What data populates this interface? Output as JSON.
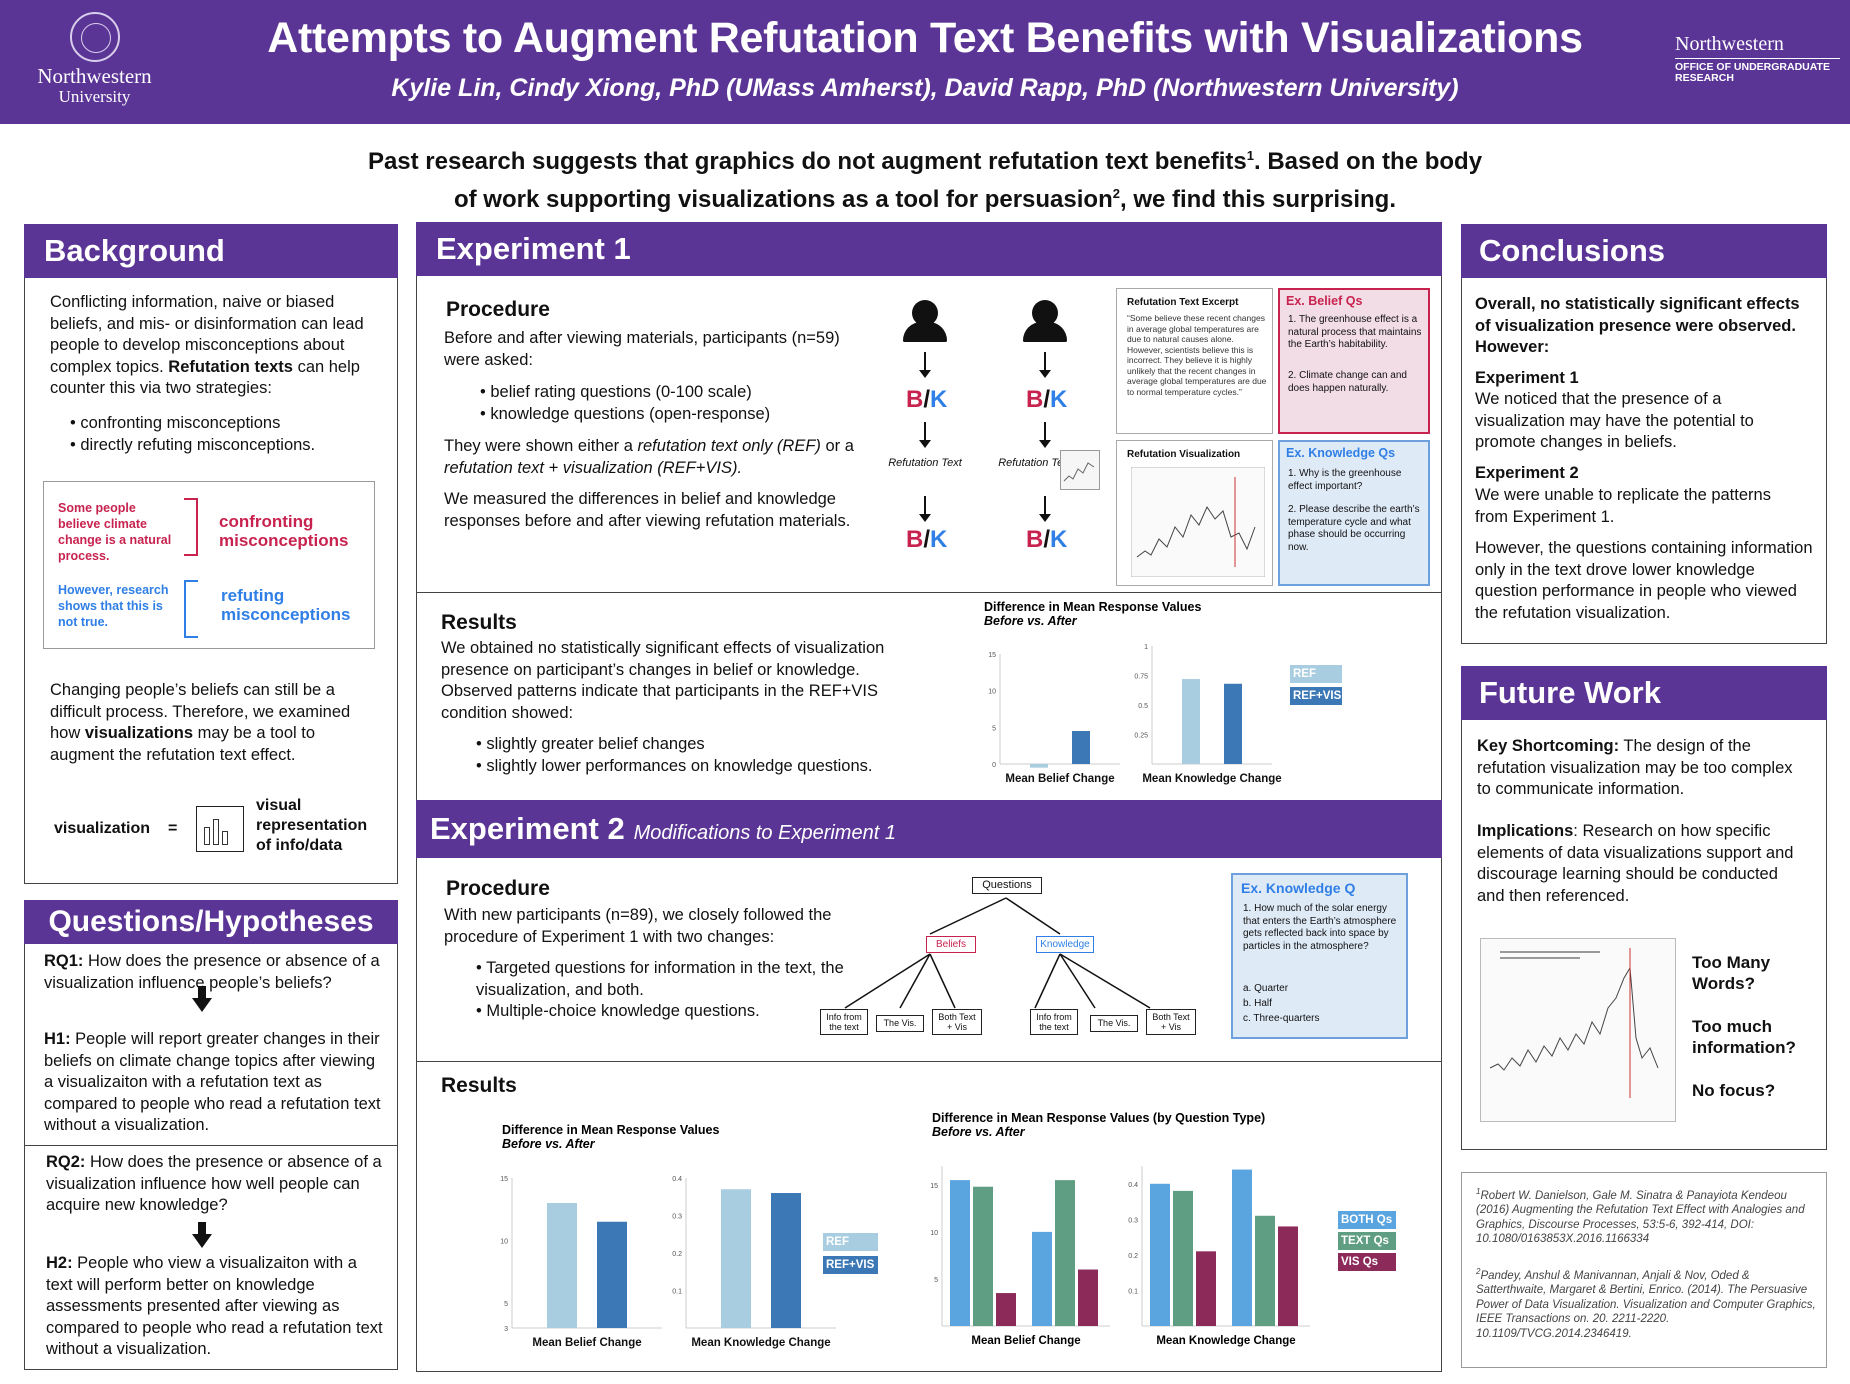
{
  "header": {
    "title": "Attempts to Augment Refutation Text Benefits with Visualizations",
    "authors": "Kylie Lin, Cindy Xiong, PhD (UMass Amherst), David Rapp, PhD (Northwestern University)",
    "logo_left_name": "Northwestern",
    "logo_left_sub": "University",
    "logo_right_name": "Northwestern",
    "logo_right_sub": "OFFICE OF UNDERGRADUATE RESEARCH"
  },
  "intro": {
    "line1": "Past research suggests that graphics do not augment refutation text benefits",
    "sup1": "1",
    "line1b": ". Based on the body",
    "line2": "of work supporting visualizations as a tool for persuasion",
    "sup2": "2",
    "line2b": ", we find this surprising."
  },
  "background": {
    "title": "Background",
    "p1a": "Conflicting information, naive or biased beliefs, and mis- or disinformation can lead people to develop misconceptions about complex topics. ",
    "p1b": "Refutation texts",
    "p1c": " can help counter this via two strategies:",
    "bullets": [
      "confronting misconceptions",
      "directly refuting misconceptions."
    ],
    "ex_red": "Some people believe climate change is a natural process.",
    "ex_red_label": "confronting misconceptions",
    "ex_blue": "However, research shows that this is not true.",
    "ex_blue_label": "refuting misconceptions",
    "p2a": "Changing people’s beliefs can still be a difficult process. Therefore, we examined how ",
    "p2b": "visualizations",
    "p2c": " may be a tool to augment the refutation text effect.",
    "eq_left": "visualization",
    "eq_sign": "=",
    "eq_right": "visual representation of info/data"
  },
  "questions": {
    "title": "Questions/Hypotheses",
    "rq1_label": "RQ1:",
    "rq1": " How does the presence or absence of a visualization influence people’s beliefs?",
    "h1_label": "H1:",
    "h1": " People will report greater changes in their beliefs on climate change topics after viewing a visualizaiton with a refutation text as compared to people who read a refutation text without a visualization.",
    "rq2_label": "RQ2:",
    "rq2": " How does the presence or absence of a visualization influence how well people can acquire new knowledge?",
    "h2_label": "H2:",
    "h2": " People who view a visualizaiton with a text will perform better on knowledge assessments presented after viewing as compared to people who read a refutation text without a visualization."
  },
  "exp1": {
    "title": "Experiment 1",
    "proc_title": "Procedure",
    "proc_p1": "Before and after viewing materials, participants (n=59) were asked:",
    "proc_bullets": [
      "belief rating questions (0-100 scale)",
      "knowledge questions (open-response)"
    ],
    "proc_p2a": "They were shown either a ",
    "proc_p2b": "refutation text only (REF)",
    "proc_p2c": " or a ",
    "proc_p2d": "refutation text + visualization (REF+VIS).",
    "proc_p3": "We measured the differences in belief and knowledge responses before and after viewing refutation materials.",
    "bk_b": "B",
    "bk_slash": "/",
    "bk_k": "K",
    "flow_label": "Refutation Text",
    "excerpt_title": "Refutation Text Excerpt",
    "excerpt_text": "“Some believe these recent changes in average global temperatures are due to natural causes alone. However, scientists believe this is incorrect. They believe it is highly unlikely that the recent changes in average global temperatures are due to normal temperature cycles.”",
    "belief_q_title": "Ex. Belief Qs",
    "belief_q1": "1. The greenhouse effect is a natural process that maintains the Earth’s habitability.",
    "belief_q2": "2. Climate change can and does happen naturally.",
    "vis_title": "Refutation Visualization",
    "know_q_title": "Ex. Knowledge Qs",
    "know_q1": "1. Why is the greenhouse effect important?",
    "know_q2": "2. Please describe the earth’s temperature cycle and what phase should be occurring now.",
    "res_title": "Results",
    "res_p1": "We obtained no statistically significant effects of visualization presence on participant’s changes in belief or knowledge. Observed patterns indicate that participants in the REF+VIS condition showed:",
    "res_bullets": [
      "slightly greater belief changes",
      "slightly lower performances on knowledge questions."
    ]
  },
  "exp2": {
    "title": "Experiment 2",
    "subtitle": "Modifications to Experiment 1",
    "proc_title": "Procedure",
    "proc_p1": "With new participants (n=89), we closely followed the procedure of Experiment 1 with two changes:",
    "proc_bullets": [
      "Targeted questions for information in the text, the visualization, and both.",
      "Multiple-choice knowledge questions."
    ],
    "tree": {
      "root": "Questions",
      "beliefs": "Beliefs",
      "knowledge": "Knowledge",
      "leaf1": "Info from the text",
      "leaf2": "The Vis.",
      "leaf3": "Both Text + Vis"
    },
    "kq_title": "Ex. Knowledge Q",
    "kq_text": "1. How much of the solar energy that enters the Earth’s atmosphere gets reflected back into space by particles in the atmosphere?",
    "kq_a": "a. Quarter",
    "kq_b": "b. Half",
    "kq_c": "c. Three-quarters",
    "res_title": "Results"
  },
  "conclusions": {
    "title": "Conclusions",
    "lead": "Overall, no statistically significant effects of visualization presence were observed. However:",
    "e1_title": "Experiment 1",
    "e1": "We noticed that the presence of a visualization may have the potential to promote changes in beliefs.",
    "e2_title": "Experiment 2",
    "e2": "We were unable to replicate the patterns from Experiment 1.",
    "e3": "However, the questions containing information only in the text drove lower knowledge question performance in people who viewed the refutation visualization."
  },
  "future": {
    "title": "Future Work",
    "k_label": "Key Shortcoming:",
    "k_text": " The design of the refutation visualization may be too complex to communicate information.",
    "i_label": "Implications",
    "i_text": ": Research on how specific elements of data visualizations support and discourage learning should be conducted and then referenced.",
    "q1": "Too Many Words?",
    "q2": "Too much information?",
    "q3": "No focus?"
  },
  "refs": {
    "r1_sup": "1",
    "r1": "Robert W. Danielson, Gale M. Sinatra & Panayiota Kendeou (2016) Augmenting the Refutation Text Effect with Analogies and Graphics, Discourse Processes, 53:5-6, 392-414, DOI: 10.1080/0163853X.2016.1166334",
    "r2_sup": "2",
    "r2": "Pandey, Anshul & Manivannan, Anjali & Nov, Oded & Satterthwaite, Margaret & Bertini, Enrico. (2014). The Persuasive Power of Data Visualization. Visualization and Computer Graphics, IEEE Transactions on. 20. 2211-2220. 10.1109/TVCG.2014.2346419."
  },
  "colors": {
    "purple": "#5b3596",
    "ref": "#a9cde0",
    "refvis": "#3b78b5",
    "both": "#5aa5e0",
    "text": "#5f9e82",
    "vis": "#8c2a5a",
    "red": "#c8234f",
    "blue": "#2f7fe6"
  },
  "chart_data": [
    {
      "type": "bar",
      "id": "e1",
      "title": "Difference in Mean Response Values",
      "subtitle": "Before vs. After",
      "categories": [
        "Mean Belief Change",
        "Mean Knowledge Change"
      ],
      "series": [
        {
          "name": "REF",
          "values": [
            -0.5,
            0.72
          ]
        },
        {
          "name": "REF+VIS",
          "values": [
            4.5,
            0.68
          ]
        }
      ],
      "ylim_belief": [
        0,
        15
      ],
      "yticks_belief": [
        "0",
        "5",
        "10",
        "15"
      ],
      "ylim_knowledge": [
        0,
        1
      ],
      "yticks_knowledge": [
        "0.25",
        "0.5",
        "0.75",
        "1"
      ]
    },
    {
      "type": "bar",
      "id": "e2a",
      "title": "Difference in Mean Response Values",
      "subtitle": "Before vs. After",
      "categories": [
        "Mean Belief Change",
        "Mean Knowledge Change"
      ],
      "series": [
        {
          "name": "REF",
          "values": [
            13,
            0.37
          ]
        },
        {
          "name": "REF+VIS",
          "values": [
            11.5,
            0.36
          ]
        }
      ],
      "ylim_belief": [
        3,
        15
      ],
      "yticks_belief": [
        "3",
        "5",
        "10",
        "15"
      ],
      "ylim_knowledge": [
        0,
        0.4
      ],
      "yticks_knowledge": [
        "0.1",
        "0.2",
        "0.3",
        "0.4"
      ]
    },
    {
      "type": "bar",
      "id": "e2b",
      "title": "Difference in Mean Response Values (by Question Type)",
      "subtitle": "Before vs. After",
      "groups": [
        "Mean Belief Change",
        "Mean Knowledge Change"
      ],
      "conditions": [
        "REF",
        "REF+VIS"
      ],
      "series": [
        {
          "name": "BOTH Qs",
          "belief": [
            15.5,
            10
          ],
          "knowledge": [
            0.4,
            0.44
          ]
        },
        {
          "name": "TEXT Qs",
          "belief": [
            14.8,
            15.5
          ],
          "knowledge": [
            0.38,
            0.31
          ]
        },
        {
          "name": "VIS Qs",
          "belief": [
            3.5,
            6
          ],
          "knowledge": [
            0.21,
            0.28
          ]
        }
      ],
      "ylim_belief": [
        0,
        17
      ],
      "yticks_belief": [
        "5",
        "10",
        "15"
      ],
      "ylim_knowledge": [
        0,
        0.45
      ],
      "yticks_knowledge": [
        "0.1",
        "0.2",
        "0.3",
        "0.4"
      ]
    }
  ]
}
